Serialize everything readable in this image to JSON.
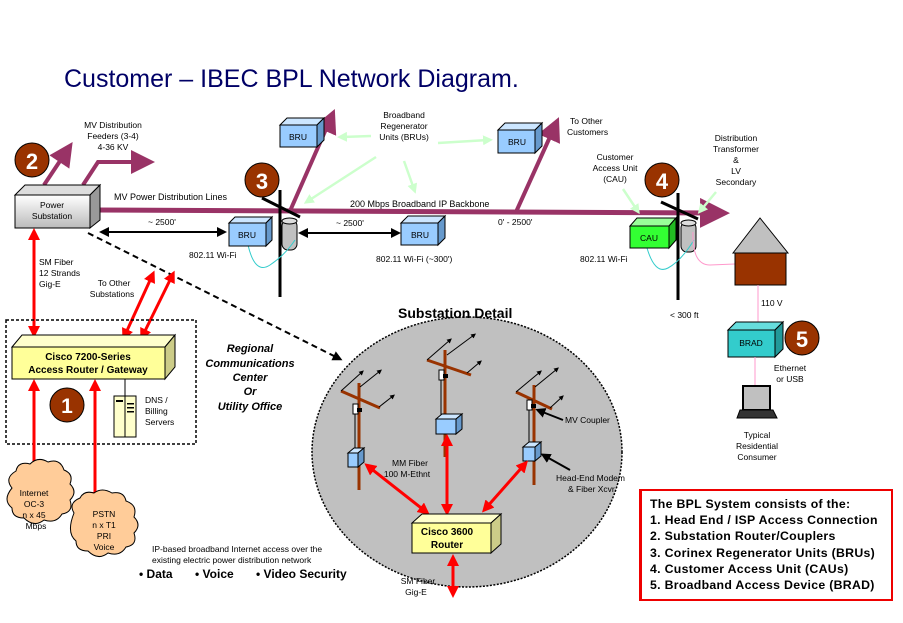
{
  "title": "Customer – IBEC BPL Network Diagram.",
  "colors": {
    "title": "#000066",
    "power_line": "#993366",
    "fiber_arrow": "#ff0000",
    "badge": "#993300",
    "bru_box": "#99ccff",
    "cau_box": "#33ff33",
    "brad_box": "#33cccc",
    "router_box": "#ffff99",
    "cloud": "#ffcc99",
    "house_roof": "#c0c0c0",
    "house_body": "#993300",
    "pole": "#993300",
    "ellipse": "#c0c0c0",
    "callout_arrow": "#ccffcc",
    "legend_border": "#ee0000"
  },
  "badges": [
    "1",
    "2",
    "3",
    "4",
    "5"
  ],
  "labels": {
    "mv_feeders": [
      "MV Distribution",
      "Feeders (3-4)",
      "4-36 KV"
    ],
    "power_substation": [
      "Power",
      "Substation"
    ],
    "mv_lines": "MV Power Distribution Lines",
    "bru_callout": [
      "Broadband",
      "Regenerator",
      "Units (BRUs)"
    ],
    "to_other_customers": [
      "To Other",
      "Customers"
    ],
    "cau_callout": [
      "Customer",
      "Access Unit",
      "(CAU)"
    ],
    "transformer_callout": [
      "Distribution",
      "Transformer",
      "&",
      "LV",
      "Secondary"
    ],
    "backbone": "200 Mbps Broadband IP Backbone",
    "dist_1": "~ 2500'",
    "dist_2": "~ 2500'",
    "dist_3": "0' - 2500'",
    "wifi_1": "802.11 Wi-Fi",
    "wifi_2": "802.11 Wi-Fi (~300')",
    "wifi_3": "802.11 Wi-Fi",
    "bru": "BRU",
    "cau": "CAU",
    "brad": "BRAD",
    "sm_fiber_main": [
      "SM Fiber",
      "12 Strands",
      "Gig-E"
    ],
    "to_other_substations": [
      "To Other",
      "Substations"
    ],
    "cisco_7200": [
      "Cisco 7200-Series",
      "Access Router / Gateway"
    ],
    "dns_billing": [
      "DNS /",
      "Billing",
      "Servers"
    ],
    "regional_center": [
      "Regional",
      "Communications",
      "Center",
      "Or",
      "Utility Office"
    ],
    "internet_cloud": [
      "Internet",
      "OC-3",
      "n x 45",
      "Mbps"
    ],
    "pstn_cloud": [
      "PSTN",
      "n x T1",
      "PRI",
      "Voice"
    ],
    "ip_based": [
      "IP-based broadband Internet access over the",
      "existing electric power distribution network"
    ],
    "services": [
      "• Data",
      "• Voice",
      "• Video Security"
    ],
    "substation_detail": "Substation Detail",
    "mm_fiber": [
      "MM Fiber",
      "100 M-Ethnt"
    ],
    "mv_coupler": "MV Coupler",
    "head_end": [
      "Head-End Modem",
      "& Fiber Xcvr"
    ],
    "cisco_3600": [
      "Cisco 3600",
      "Router"
    ],
    "sm_fiber_detail": [
      "SM Fiber",
      "Gig-E"
    ],
    "less_300": "< 300 ft",
    "v110": "110 V",
    "ethernet_usb": [
      "Ethernet",
      "or USB"
    ],
    "consumer": [
      "Typical",
      "Residential",
      "Consumer"
    ]
  },
  "legend": {
    "heading": "The BPL System consists of the:",
    "items": [
      "1.  Head End / ISP Access Connection",
      "2.  Substation Router/Couplers",
      "3.  Corinex Regenerator Units (BRUs)",
      "4.  Customer Access Unit (CAUs)",
      "5.  Broadband Access Device (BRAD)"
    ]
  }
}
